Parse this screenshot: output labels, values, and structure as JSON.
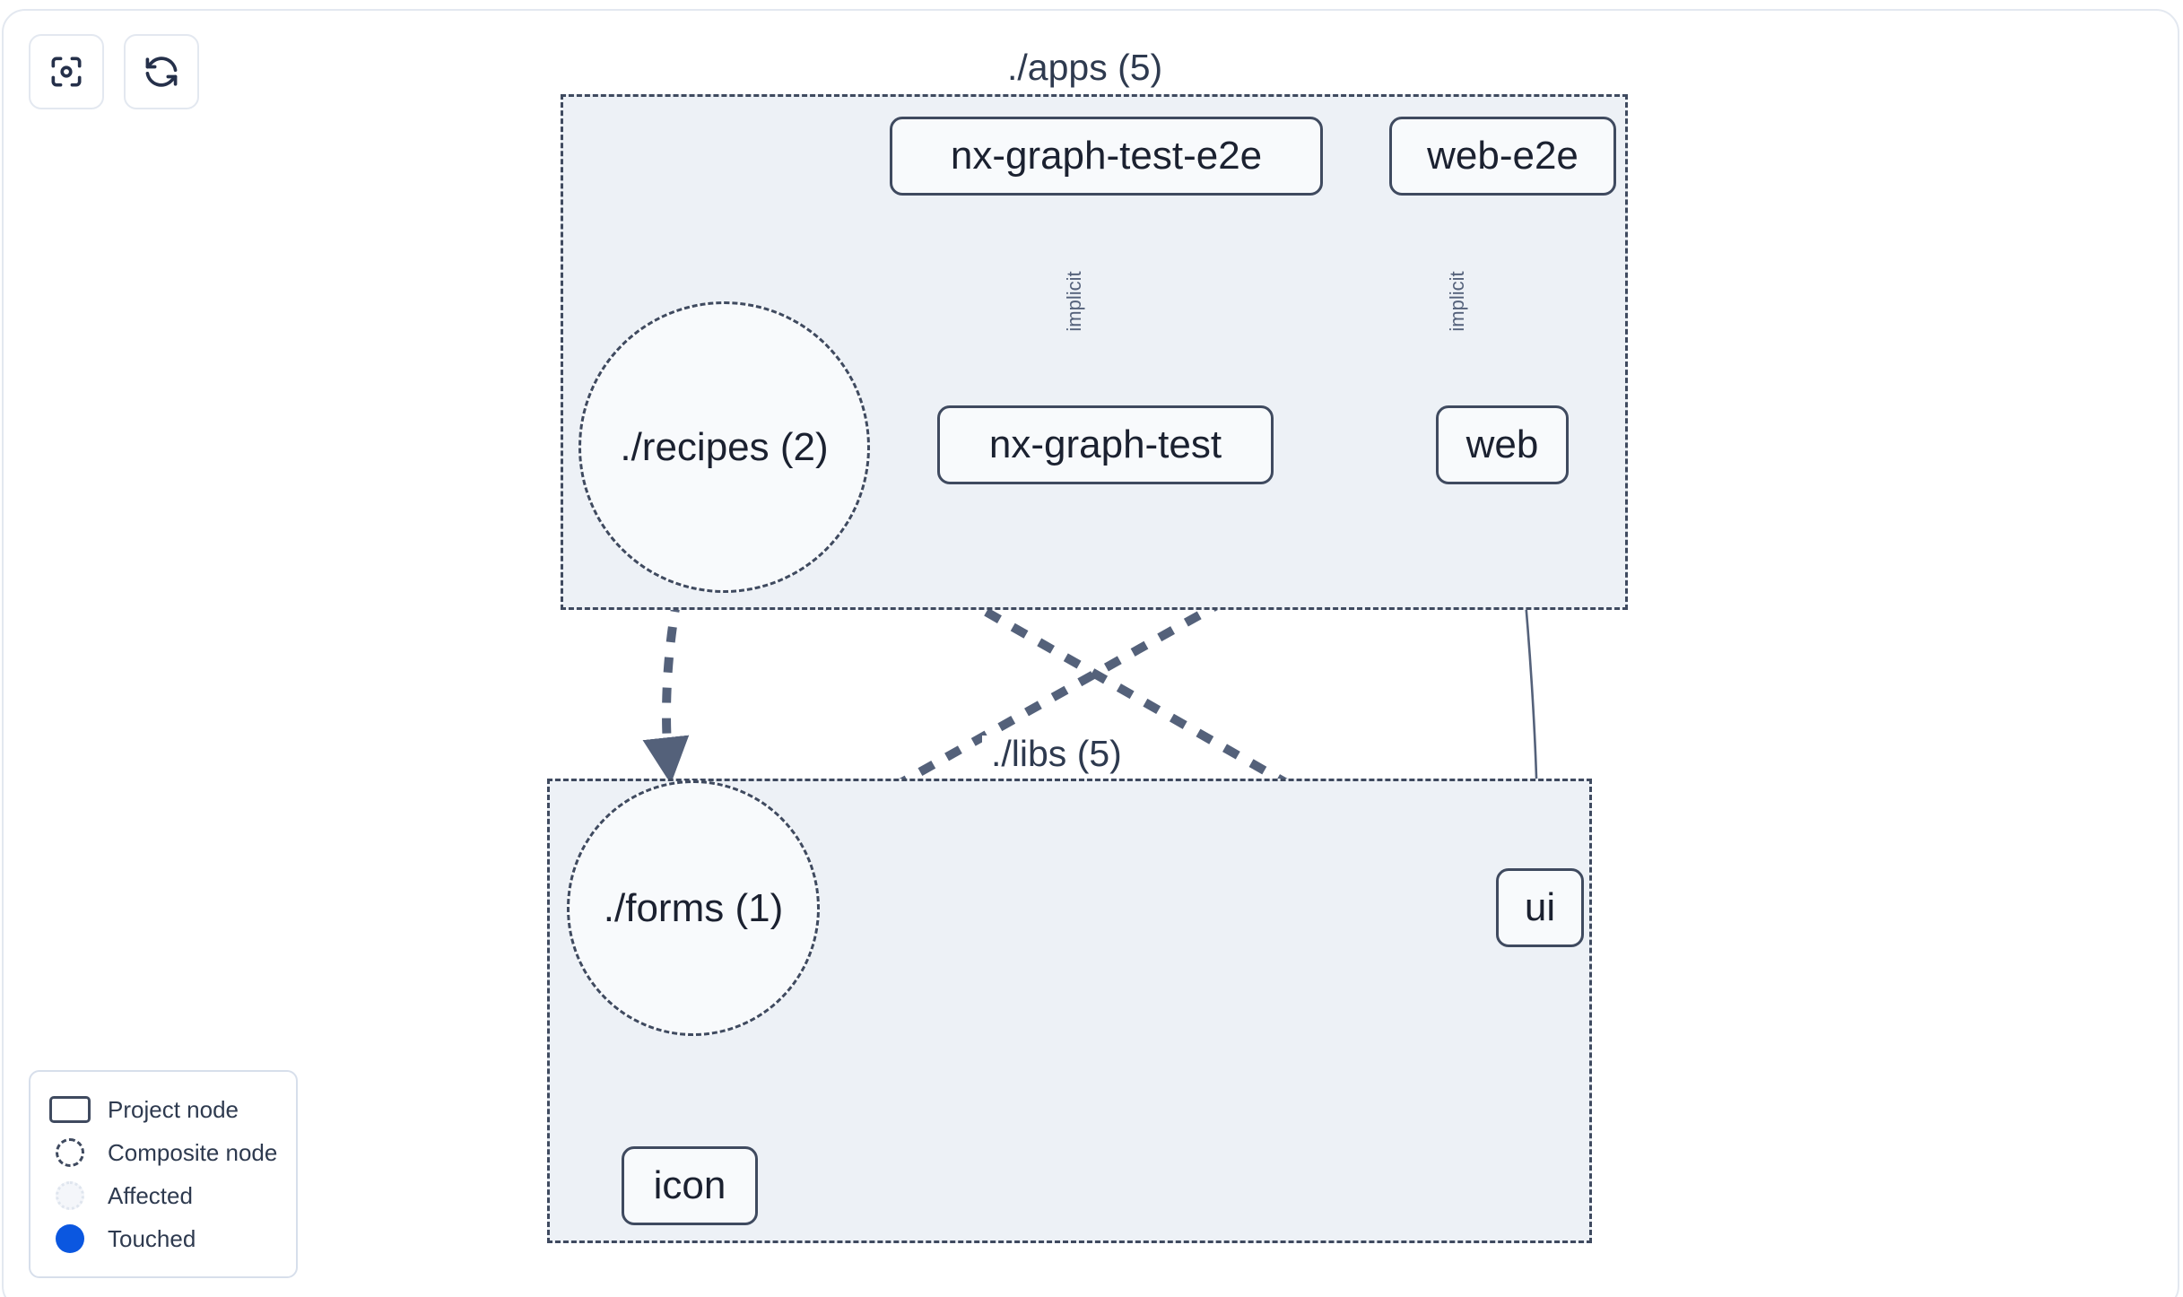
{
  "toolbar": {
    "buttons": [
      {
        "name": "select-focus-button",
        "icon": "focus-target-icon",
        "label": ""
      },
      {
        "name": "refresh-button",
        "icon": "refresh-icon",
        "label": ""
      }
    ]
  },
  "graph": {
    "groups": [
      {
        "id": "apps",
        "label": "./apps (5)"
      },
      {
        "id": "libs",
        "label": "./libs (5)"
      }
    ],
    "nodes": [
      {
        "id": "nx-graph-test-e2e",
        "label": "nx-graph-test-e2e",
        "type": "project",
        "group": "apps"
      },
      {
        "id": "web-e2e",
        "label": "web-e2e",
        "type": "project",
        "group": "apps"
      },
      {
        "id": "nx-graph-test",
        "label": "nx-graph-test",
        "type": "project",
        "group": "apps"
      },
      {
        "id": "web",
        "label": "web",
        "type": "project",
        "group": "apps"
      },
      {
        "id": "recipes",
        "label": "./recipes (2)",
        "type": "composite",
        "group": "apps"
      },
      {
        "id": "forms",
        "label": "./forms (1)",
        "type": "composite",
        "group": "libs"
      },
      {
        "id": "ui",
        "label": "ui",
        "type": "project",
        "group": "libs"
      },
      {
        "id": "icon",
        "label": "icon",
        "type": "project",
        "group": "libs"
      }
    ],
    "edges": [
      {
        "from": "nx-graph-test-e2e",
        "to": "nx-graph-test",
        "label": "implicit",
        "style": "thin"
      },
      {
        "from": "web-e2e",
        "to": "web",
        "label": "implicit",
        "style": "thin"
      },
      {
        "from": "web",
        "to": "ui",
        "label": "",
        "style": "thin"
      },
      {
        "from": "recipes",
        "to": "forms",
        "label": "",
        "style": "thick-dashed"
      },
      {
        "from": "recipes",
        "to": "ui",
        "label": "",
        "style": "thick-dashed"
      },
      {
        "from": "web",
        "to": "forms",
        "label": "",
        "style": "thick-dashed"
      },
      {
        "from": "forms",
        "to": "icon",
        "label": "",
        "style": "thick-dashed"
      }
    ]
  },
  "legend": {
    "items": [
      {
        "swatch": "project-node-swatch",
        "label": "Project node"
      },
      {
        "swatch": "composite-node-swatch",
        "label": "Composite node"
      },
      {
        "swatch": "affected-swatch",
        "label": "Affected"
      },
      {
        "swatch": "touched-swatch",
        "label": "Touched"
      }
    ]
  },
  "colors": {
    "node_border": "#3f4a5f",
    "node_fill": "#f8fafc",
    "group_fill": "#edf1f6",
    "edge": "#54617a",
    "touched": "#0b57e0",
    "text": "#1b2130"
  }
}
